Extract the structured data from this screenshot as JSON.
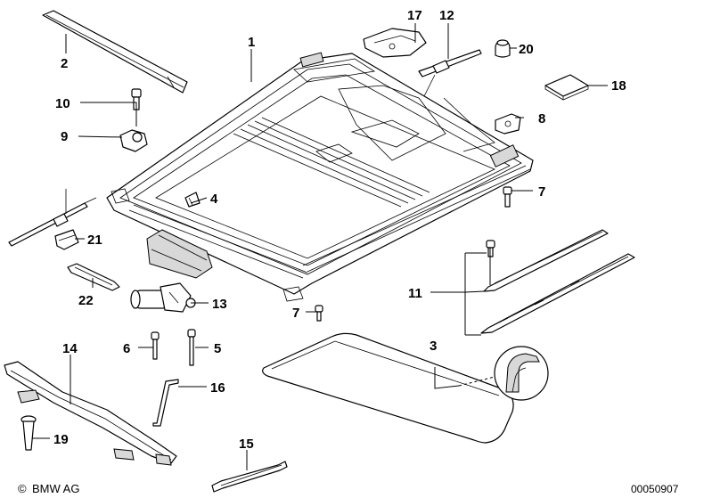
{
  "callouts": {
    "c1": "1",
    "c2": "2",
    "c3": "3",
    "c4": "4",
    "c5": "5",
    "c6": "6",
    "c7a": "7",
    "c7b": "7",
    "c8": "8",
    "c9": "9",
    "c10": "10",
    "c11": "11",
    "c12": "12",
    "c13": "13",
    "c14": "14",
    "c15": "15",
    "c16": "16",
    "c17": "17",
    "c18": "18",
    "c19": "19",
    "c20": "20",
    "c21": "21",
    "c22": "22"
  },
  "footer": {
    "brand": "BMW AG",
    "copyright_symbol": "©",
    "diagram_number": "00050907"
  }
}
